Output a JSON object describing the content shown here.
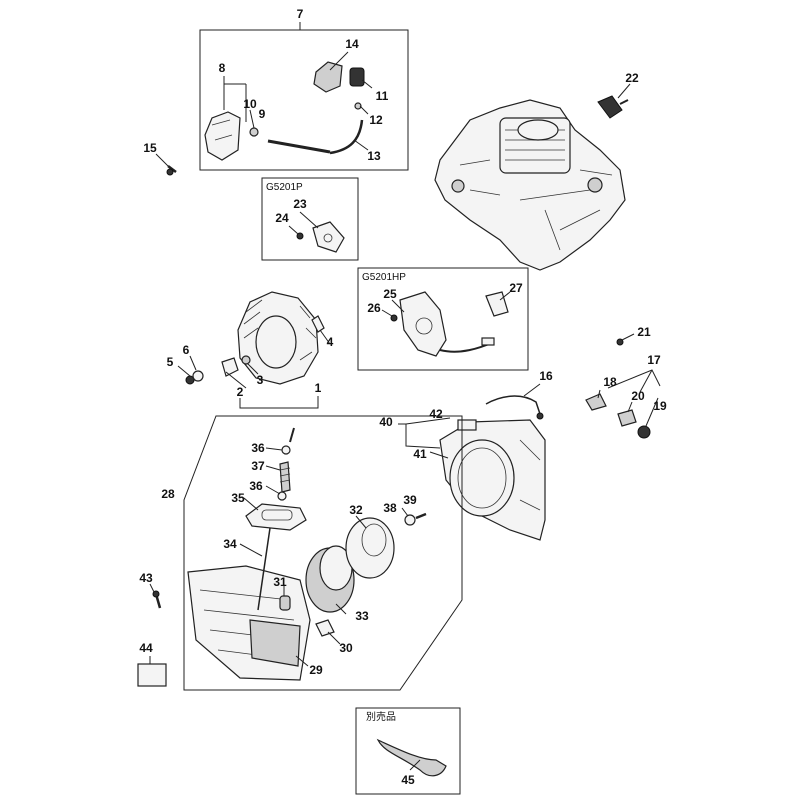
{
  "labels": {
    "n1": "1",
    "n2": "2",
    "n3": "3",
    "n4": "4",
    "n5": "5",
    "n6": "6",
    "n7": "7",
    "n8": "8",
    "n9": "9",
    "n10": "10",
    "n11": "11",
    "n12": "12",
    "n13": "13",
    "n14": "14",
    "n15": "15",
    "n16": "16",
    "n17": "17",
    "n18": "18",
    "n19": "19",
    "n20": "20",
    "n21": "21",
    "n22": "22",
    "n23": "23",
    "n24": "24",
    "n25": "25",
    "n26": "26",
    "n27": "27",
    "n28": "28",
    "n29": "29",
    "n30": "30",
    "n31": "31",
    "n32": "32",
    "n33": "33",
    "n34": "34",
    "n35": "35",
    "n36a": "36",
    "n36b": "36",
    "n37": "37",
    "n38": "38",
    "n39": "39",
    "n40": "40",
    "n41": "41",
    "n42": "42",
    "n43": "43",
    "n44": "44",
    "n45": "45"
  },
  "captions": {
    "g5201p": "G5201P",
    "g5201hp": "G5201HP",
    "sold_separately": "別売品"
  }
}
